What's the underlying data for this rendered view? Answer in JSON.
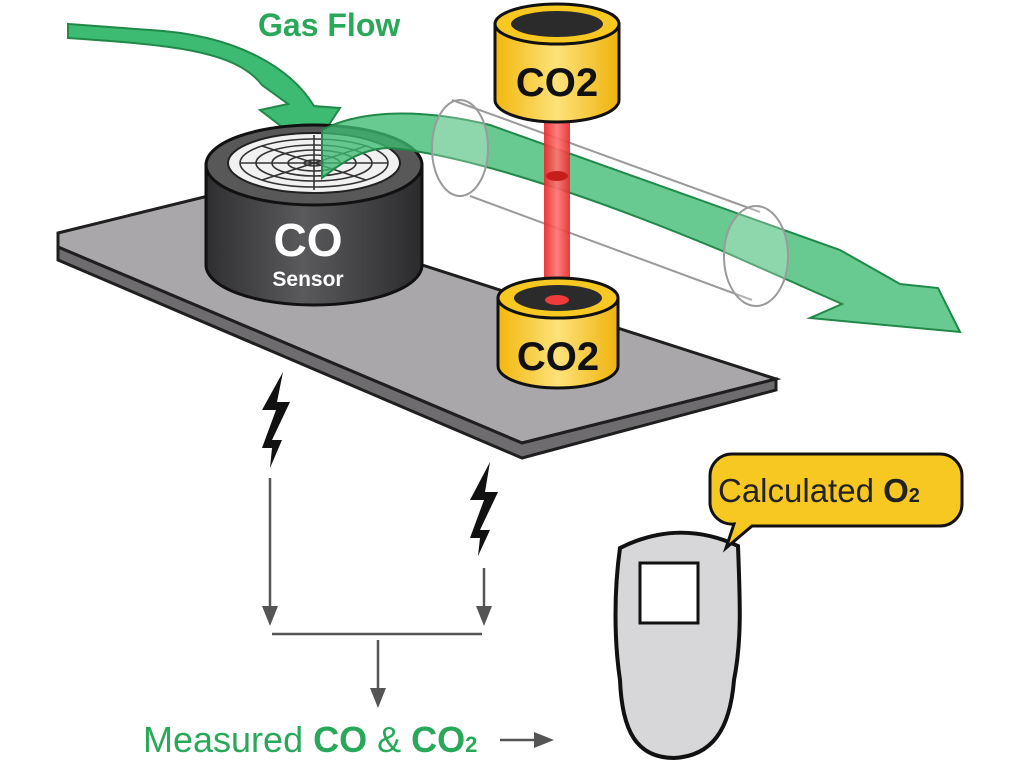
{
  "labels": {
    "gas_flow": "Gas Flow",
    "co_sensor_main": "CO",
    "co_sensor_sub": "Sensor",
    "co2_top": "CO2",
    "co2_bottom": "CO2",
    "calculated": "Calculated ",
    "calculated_o": "O",
    "calculated_sub": "2",
    "measured": "Measured ",
    "measured_co": "CO",
    "measured_amp": " & ",
    "measured_co2_main": "CO",
    "measured_co2_sub": "2"
  },
  "colors": {
    "green": "#2aa85a",
    "green_fill": "#3dbb72",
    "yellow": "#f5c518",
    "red_beam": "#ef3b3b",
    "board": "#a9a7aa",
    "sensor_dark": "#4a4a4c",
    "device_gray": "#d7d7d9"
  },
  "icons": [
    "lightning-bolt-icon",
    "arrow-down-icon",
    "arrow-right-icon",
    "handheld-device-icon"
  ]
}
